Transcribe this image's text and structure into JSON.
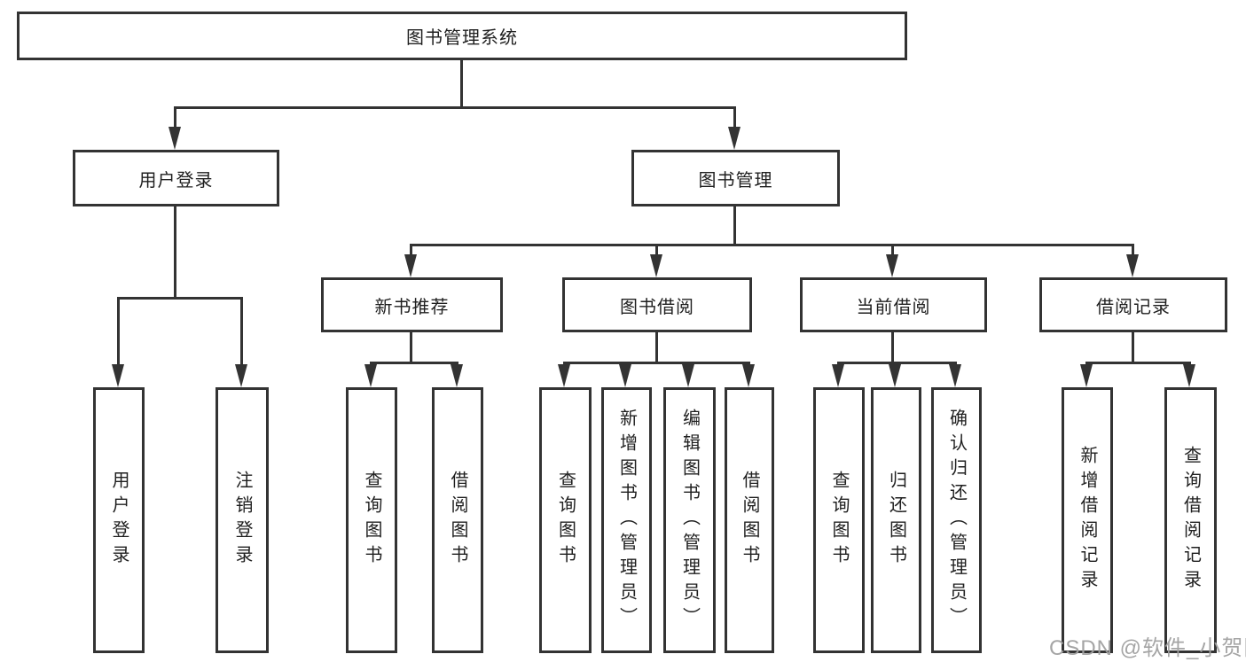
{
  "nodes": {
    "root": "图书管理系统",
    "user_login": "用户登录",
    "book_mgmt": "图书管理",
    "new_books": "新书推荐",
    "book_borrow": "图书借阅",
    "current_borrow": "当前借阅",
    "borrow_records": "借阅记录",
    "ul_login": "用户登录",
    "ul_logout": "注销登录",
    "nb_query": "查询图书",
    "nb_borrow": "借阅图书",
    "bb_query": "查询图书",
    "bb_add": "新增图书（管理员）",
    "bb_edit": "编辑图书（管理员）",
    "bb_borrow": "借阅图书",
    "cb_query": "查询图书",
    "cb_return": "归还图书",
    "cb_confirm": "确认归还（管理员）",
    "br_add": "新增借阅记录",
    "br_query": "查询借阅记录"
  },
  "structure": {
    "图书管理系统": {
      "用户登录": [
        "用户登录",
        "注销登录"
      ],
      "图书管理": {
        "新书推荐": [
          "查询图书",
          "借阅图书"
        ],
        "图书借阅": [
          "查询图书",
          "新增图书（管理员）",
          "编辑图书（管理员）",
          "借阅图书"
        ],
        "当前借阅": [
          "查询图书",
          "归还图书",
          "确认归还（管理员）"
        ],
        "借阅记录": [
          "新增借阅记录",
          "查询借阅记录"
        ]
      }
    }
  },
  "watermark": "CSDN @软件_小贺同学",
  "colors": {
    "line": "#333333",
    "box_border": "#333333",
    "box_fill": "#ffffff",
    "text": "#1f1f1f",
    "watermark": "#a0a0a0"
  }
}
